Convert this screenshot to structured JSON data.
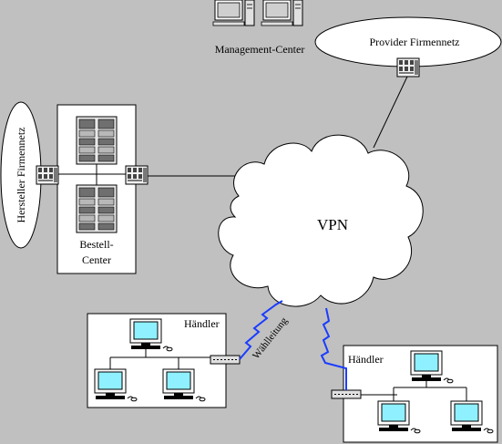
{
  "labels": {
    "management_center": "Management-Center",
    "provider_network": "Provider Firmennetz",
    "manufacturer_network": "Hersteller Firmennetz",
    "order_center_line1": "Bestell-",
    "order_center_line2": "Center",
    "vpn": "VPN",
    "dealer_1": "Händler",
    "dealer_2": "Händler",
    "dialup_line": "Wählleitung"
  },
  "colors": {
    "background": "#c0c0c0",
    "box_fill": "#ffffff",
    "line": "#000000",
    "dialup_line": "#1a3cff",
    "screen": "#8ff0ff",
    "server_dark": "#6f6f6f",
    "server_light": "#b8b8b8"
  }
}
